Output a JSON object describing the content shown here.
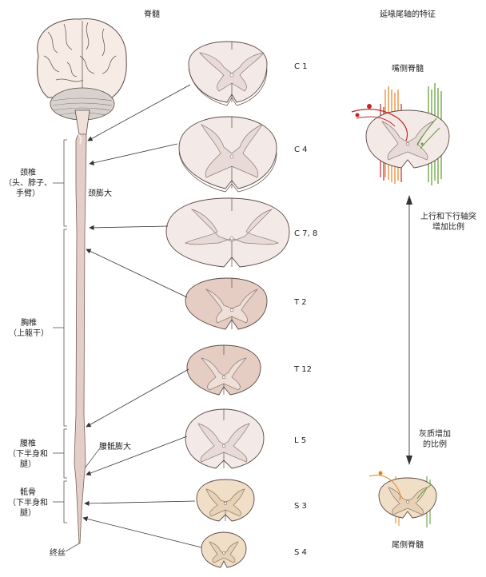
{
  "titles": {
    "spinal_cord": "脊髓",
    "rostrocaudal": "延喙尾轴的特征"
  },
  "regions": {
    "cervical": "颈椎\n（头、脖子、\n手臂）",
    "thoracic": "胸椎\n（上躯干）",
    "lumbar": "腰椎\n（下半身和\n腿）",
    "sacral": "骶骨\n（下半身和\n腿）",
    "filum": "终丝"
  },
  "enlargements": {
    "cervical": "颈膨大",
    "lumbosacral": "腰骶膨大"
  },
  "levels": [
    "C 1",
    "C 4",
    "C 7, 8",
    "T 2",
    "T 12",
    "L 5",
    "S 3",
    "S 4"
  ],
  "right": {
    "rostral": "嘴侧脊髓",
    "caudal": "尾侧脊髓",
    "axons_note": "上行和下行轴突\n增加比例",
    "gray_note": "灰质增加\n的比例"
  },
  "colors": {
    "white_matter_outer": "#f3e9e6",
    "gray_matter": "#e8dbd7",
    "thoracic_tint": "#e6cdc4",
    "sacral_tint": "#f0dfc6",
    "cord_fill": "#e3cfc8",
    "brain_fill": "#f7ebe6",
    "axon_red": "#c0282c",
    "axon_orange": "#e8801e",
    "axon_green": "#5a9a2c"
  }
}
